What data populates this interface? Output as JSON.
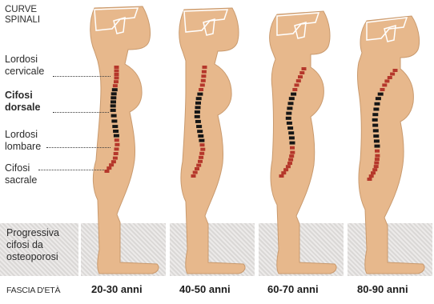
{
  "header": {
    "line1": "CURVE",
    "line2": "SPINALI"
  },
  "curves": [
    {
      "line1": "Lordosi",
      "line2": "cervicale",
      "bold": false
    },
    {
      "line1": "Cifosi",
      "line2": "dorsale",
      "bold": true
    },
    {
      "line1": "Lordosi",
      "line2": "lombare",
      "bold": false
    },
    {
      "line1": "Cifosi",
      "line2": "sacrale",
      "bold": false
    }
  ],
  "footnote": {
    "line1": "Progressiva",
    "line2": "cifosi da",
    "line3": "osteoporosi"
  },
  "age_axis_label": "FASCIA D'ETÀ",
  "age_groups": [
    "20-30 anni",
    "40-50 anni",
    "60-70 anni",
    "80-90 anni"
  ],
  "colors": {
    "body": "#e7b88c",
    "body_outline": "#c99a6e",
    "cervical_lumbar": "#b5372b",
    "thoracic": "#161616",
    "panel": "#e6e3e2"
  }
}
